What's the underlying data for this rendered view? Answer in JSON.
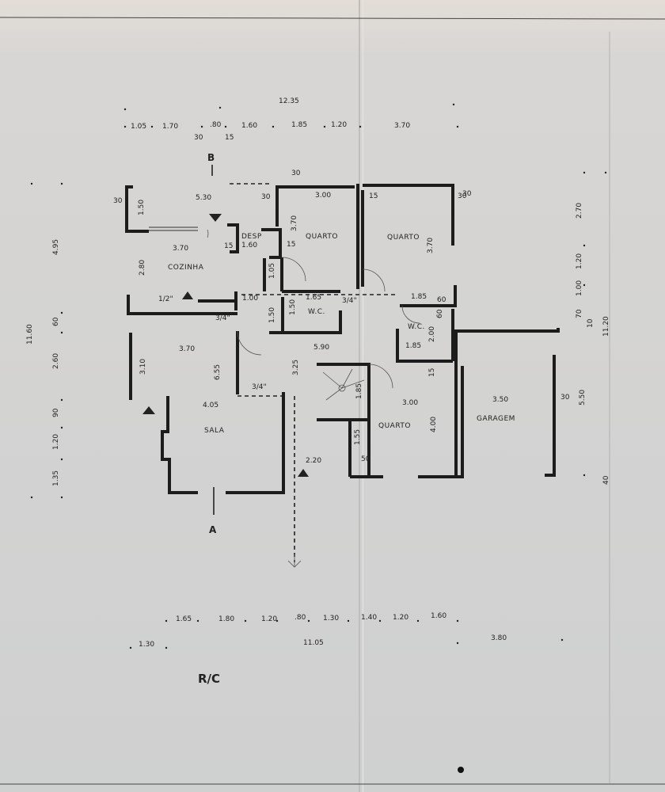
{
  "plan_title": "R/C",
  "section_marks": {
    "top": "B",
    "bottom": "A"
  },
  "rooms": {
    "cozinha": "COZINHA",
    "desp": "DESP",
    "quarto_1": "QUARTO",
    "quarto_2": "QUARTO",
    "quarto_3": "QUARTO",
    "wc_1": "W.C.",
    "wc_2": "W.C.",
    "sala": "SALA",
    "garagem": "GARAGEM"
  },
  "dims_top": {
    "overall": "12.35",
    "row": [
      "1.05",
      "1.70",
      ".80",
      "1.60",
      "1.85",
      "1.20",
      "3.70"
    ],
    "sub": [
      "30",
      "15"
    ]
  },
  "dims_bottom": {
    "row": [
      "1.65",
      "1.80",
      "1.20",
      ".80",
      "1.30",
      "1.40",
      "1.20",
      "1.60"
    ],
    "sub_left": "1.30",
    "overall": "11.05",
    "right": "3.80"
  },
  "dims_left": {
    "overall": "11.60",
    "parts": [
      "4.95",
      "60",
      "2.60",
      "90",
      "1.20",
      "1.35"
    ]
  },
  "dims_right": {
    "overall": "11.20",
    "parts": [
      "2.70",
      "1.20",
      "1.00",
      "70",
      "10",
      "5.50",
      "40"
    ]
  },
  "dims_interior": {
    "kitchen_w": "3.70",
    "kitchen_h": "2.80",
    "top_wall": "5.30",
    "thk_30a": "30",
    "thk_30b": "30",
    "thk_30c": "30",
    "thk_30d": "30",
    "left_150": "1.50",
    "desp_w": "1.60",
    "desp_15": "15",
    "q1_w": "3.00",
    "q1_h": "3.70",
    "q1_15": "15",
    "q2_15": "15",
    "q2_h": "3.70",
    "wall_60a": "60",
    "wall_105": "1.05",
    "hall_100": "1.00",
    "hall_150": "1.50",
    "wc1_w": "1.65",
    "wc1_150": "1.50",
    "wc2_w": "1.85",
    "wc2_60": "60",
    "wc2_200": "2.00",
    "wc2_185": "1.85",
    "wc2_15": "15",
    "stairs_w": "3/4\"",
    "hall_590": "5.90",
    "sala_w1": "3.70",
    "sala_310": "3.10",
    "sala_655": "6.55",
    "sala_405": "4.05",
    "sala_325": "3.25",
    "sala_34": "3/4\"",
    "kitchen_12": "1/2\"",
    "kitchen_34": "3/4\"",
    "stair_185": "1.85",
    "stair_155": "1.55",
    "entry_220": "2.20",
    "entry_50": "50",
    "q3_w": "3.00",
    "q3_h": "4.00",
    "gar_w": "3.50",
    "gar_30": "30",
    "wc2_30": "30"
  }
}
